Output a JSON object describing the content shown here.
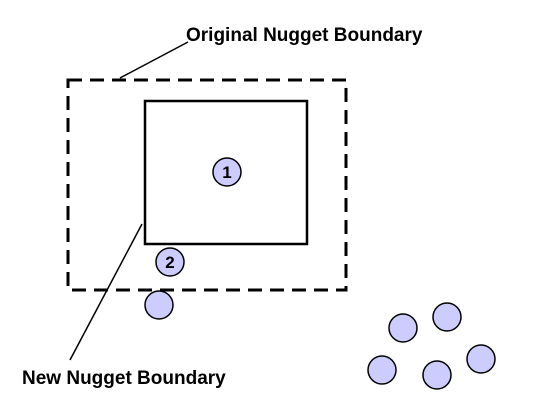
{
  "labels": {
    "original_boundary": "Original Nugget Boundary",
    "new_boundary": "New Nugget Boundary"
  },
  "markers": {
    "marker_1": "1",
    "marker_2": "2"
  },
  "colors": {
    "stroke": "#000000",
    "circle_fill": "#ccccff",
    "background": "#ffffff"
  }
}
